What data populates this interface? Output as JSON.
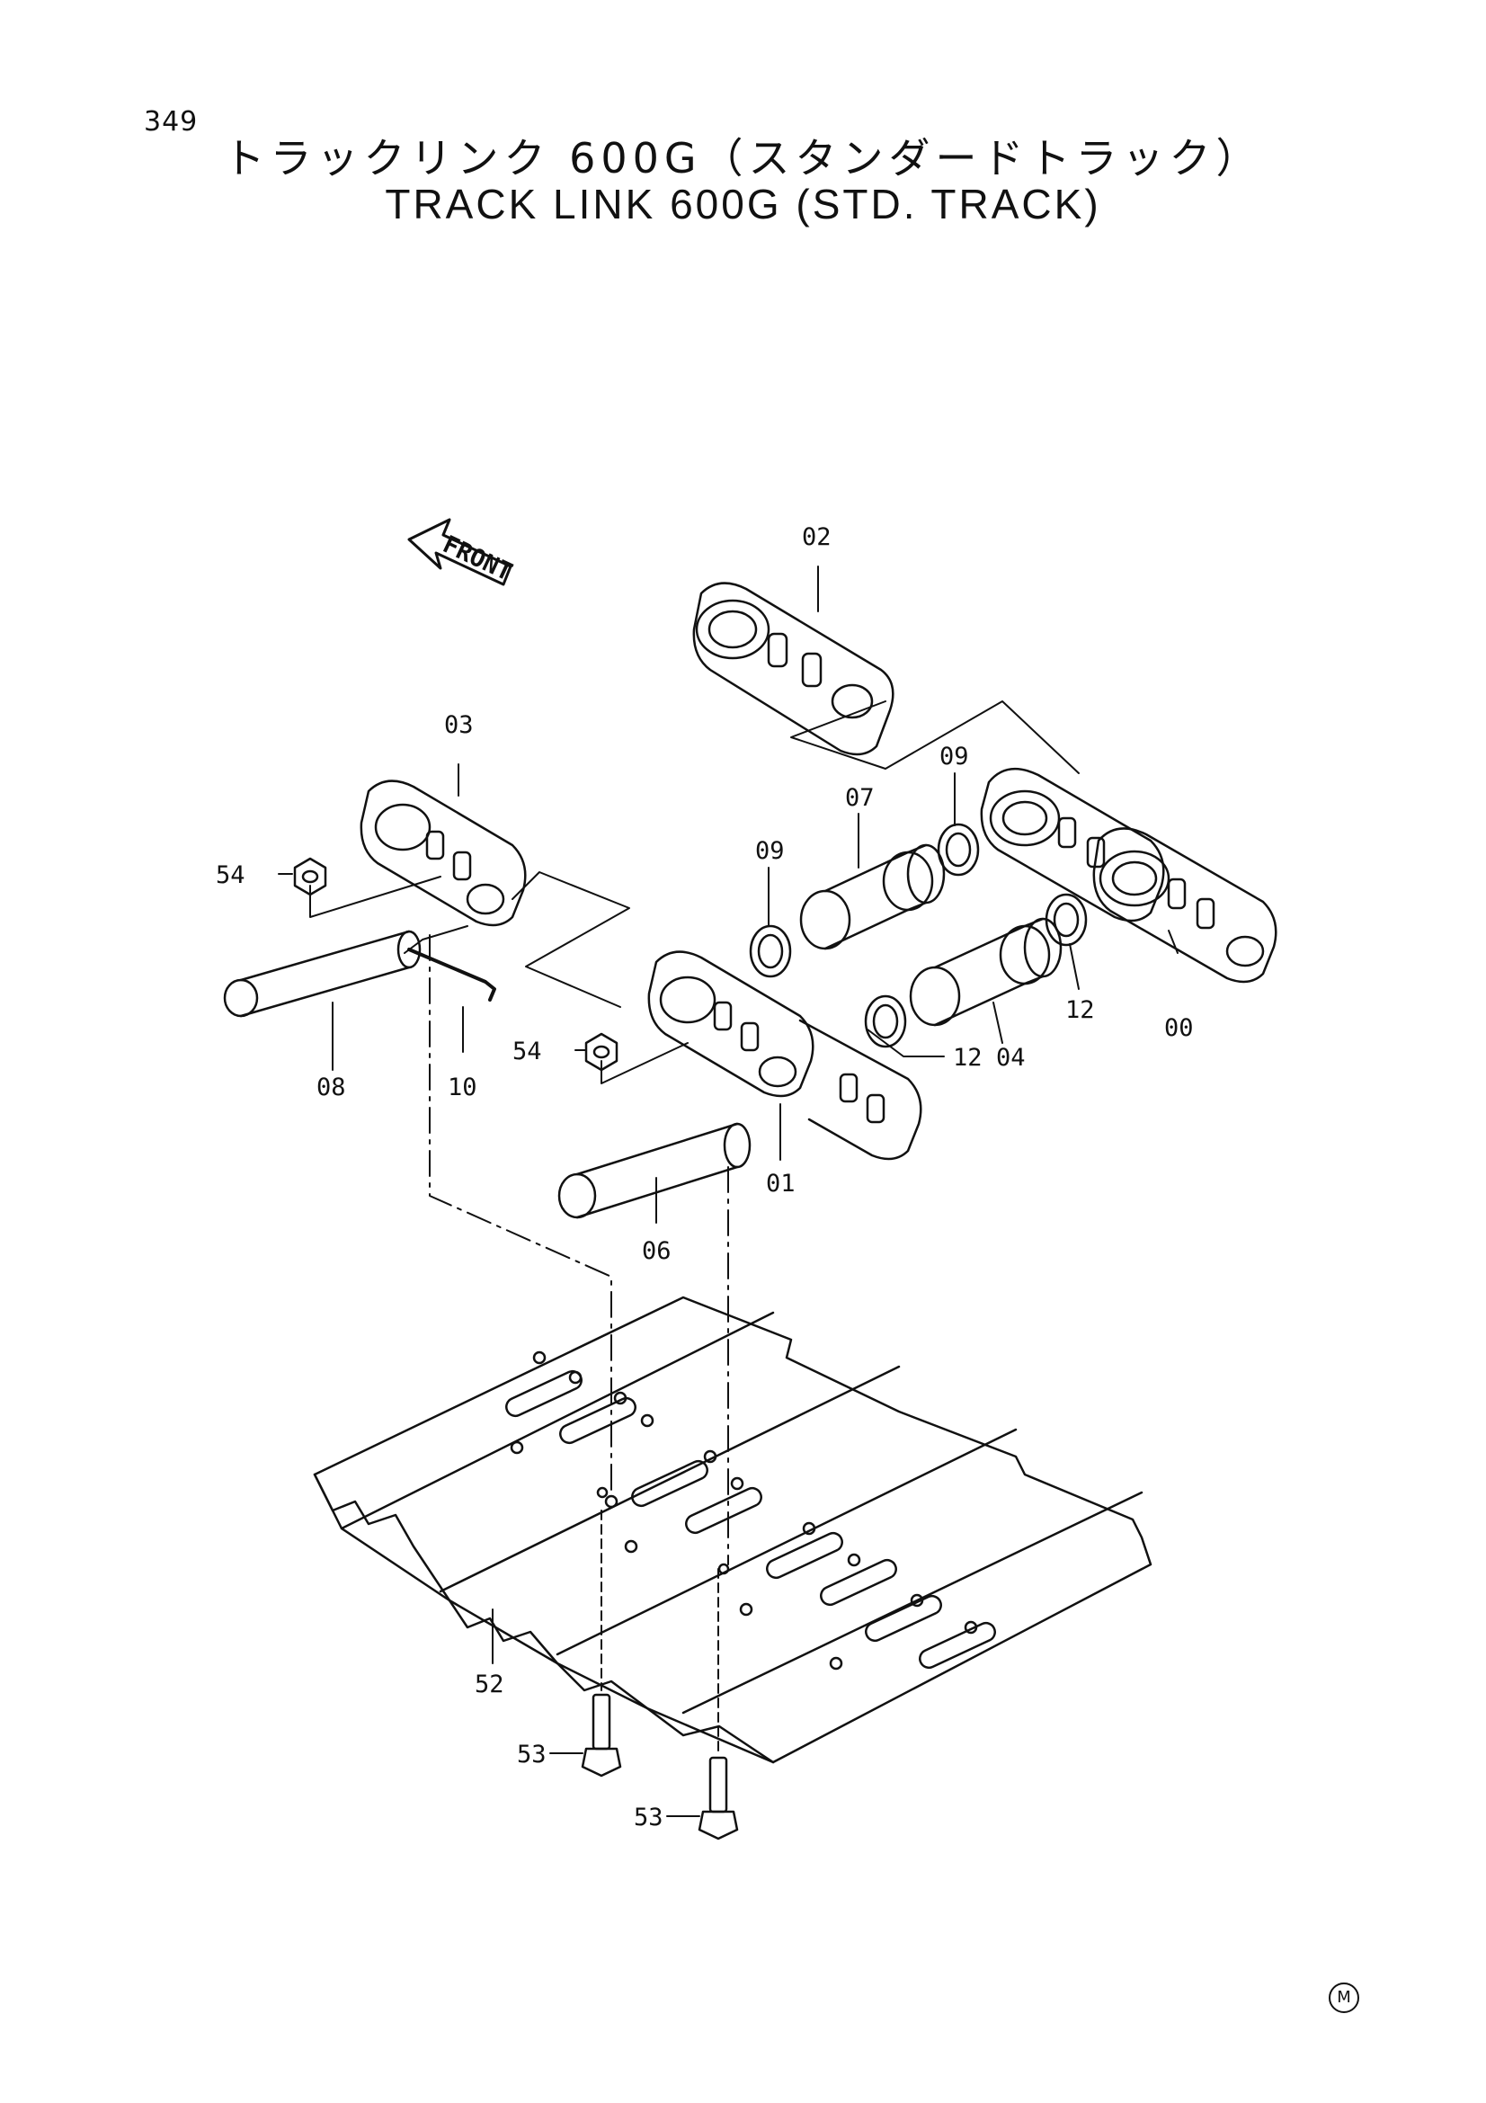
{
  "page_number": "349",
  "title_jp": "トラックリンク 600G（スタンダードトラック）",
  "title_en": "TRACK LINK 600G (STD. TRACK)",
  "front_label": "FRONT",
  "corner_mark": "M",
  "callouts": {
    "c00": "00",
    "c01": "01",
    "c02": "02",
    "c03": "03",
    "c04": "04",
    "c06": "06",
    "c07": "07",
    "c08": "08",
    "c09a": "09",
    "c09b": "09",
    "c10": "10",
    "c12a": "12",
    "c12b": "12",
    "c52": "52",
    "c53a": "53",
    "c53b": "53",
    "c54a": "54",
    "c54b": "54"
  }
}
